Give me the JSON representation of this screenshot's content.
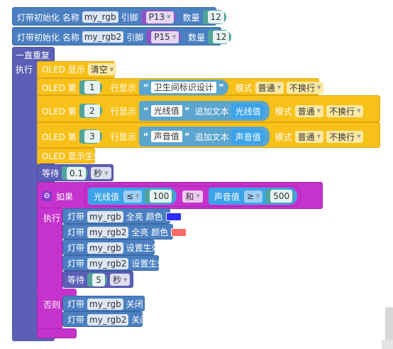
{
  "init1": {
    "label": "灯带初始化 名称",
    "name": "my_rgb",
    "pin_label": "引脚",
    "pin": "P13",
    "count_label": "数量",
    "count": "12"
  },
  "init2": {
    "label": "灯带初始化 名称",
    "name": "my_rgb2",
    "pin_label": "引脚",
    "pin": "P15",
    "count_label": "数量",
    "count": "12"
  },
  "loop": {
    "title": "一直重复",
    "do": "执行"
  },
  "oled_show": {
    "label": "OLED 显示",
    "option": "清空"
  },
  "oled_rows": [
    {
      "prefix": "OLED 第",
      "row": "1",
      "mid": "行显示",
      "text": "卫生间标识设计",
      "append": "",
      "var": "",
      "mode_label": "模式",
      "mode": "普通",
      "wrap": "不换行"
    },
    {
      "prefix": "OLED 第",
      "row": "2",
      "mid": "行显示",
      "text": "光线值",
      "append": "追加文本",
      "var": "光线值",
      "mode_label": "模式",
      "mode": "普通",
      "wrap": "不换行"
    },
    {
      "prefix": "OLED 第",
      "row": "3",
      "mid": "行显示",
      "text": "声音值",
      "append": "追加文本",
      "var": "声音值",
      "mode_label": "模式",
      "mode": "普通",
      "wrap": "不换行"
    }
  ],
  "oled_apply": "OLED 显示生效",
  "wait": {
    "label": "等待",
    "value": "0.1",
    "unit": "秒"
  },
  "ifblock": {
    "if": "如果",
    "do": "执行",
    "else": "否则",
    "lhs_var": "光线值",
    "lhs_op": "≤",
    "lhs_val": "100",
    "and": "和",
    "rhs_var": "声音值",
    "rhs_op": "≥",
    "rhs_val": "500"
  },
  "then_stmts": {
    "s1": {
      "pre": "灯带",
      "name": "my_rgb",
      "post": "全亮 颜色"
    },
    "s2": {
      "pre": "灯带",
      "name": "my_rgb2",
      "post": "全亮 颜色"
    },
    "s3": {
      "pre": "灯带",
      "name": "my_rgb",
      "post": "设置生效"
    },
    "s4": {
      "pre": "灯带",
      "name": "my_rgb2",
      "post": "设置生效"
    },
    "wait": {
      "label": "等待",
      "value": "5",
      "unit": "秒"
    }
  },
  "else_stmts": {
    "s1": {
      "pre": "灯带",
      "name": "my_rgb",
      "post": "关闭"
    },
    "s2": {
      "pre": "灯带",
      "name": "my_rgb2",
      "post": "关闭"
    }
  },
  "colors": {
    "rgb_color": "#2E2EFF",
    "rgb2_color": "#FF6B6B",
    "strip": "#4A7FC1",
    "loop": "#5B5FB5",
    "oled": "#F8C11A",
    "ctl": "#C533CC",
    "math": "#4FA39B",
    "text": "#5BA5CF",
    "var": "#3CA3E8"
  },
  "icons": {
    "gear": "gear-icon",
    "quote": "quote-mark",
    "dropdown": "dropdown-arrow"
  }
}
